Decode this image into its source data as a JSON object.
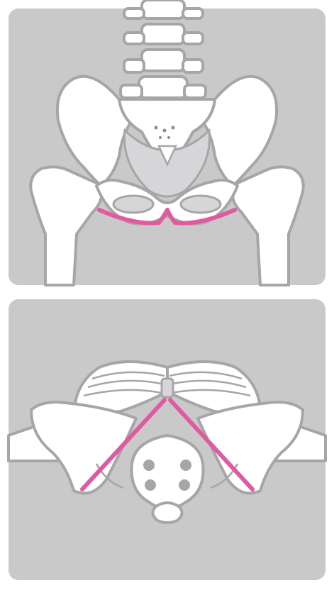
{
  "colors": {
    "panel_bg": "#c9c9ca",
    "bone_fill": "#ffffff",
    "bone_outline": "#a6a6a8",
    "inner_shade": "#d6d6d8",
    "highlight": "#e05aa0",
    "coccyx_marks": "#8e8e90"
  },
  "panels": [
    {
      "view": "front-view-pelvis",
      "highlight": "pubic-arch-lines"
    },
    {
      "view": "inferior-view-pelvis",
      "highlight": "ischiopubic-ramus-lines"
    }
  ]
}
